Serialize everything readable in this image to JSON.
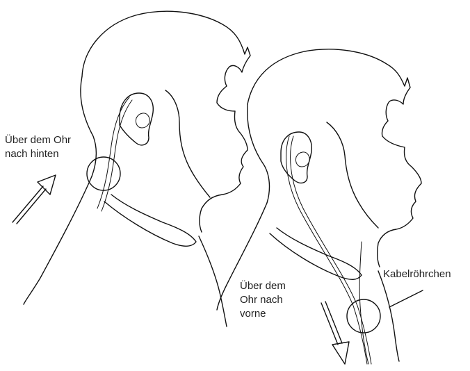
{
  "labels": {
    "over_ear_backward": [
      "Über dem Ohr",
      "nach hinten"
    ],
    "over_ear_forward": [
      "Über dem",
      "Ohr nach",
      "vorne"
    ],
    "cable_tube": "Kabelröhrchen"
  },
  "colors": {
    "line": "#111111",
    "background": "#ffffff",
    "text": "#222222"
  }
}
